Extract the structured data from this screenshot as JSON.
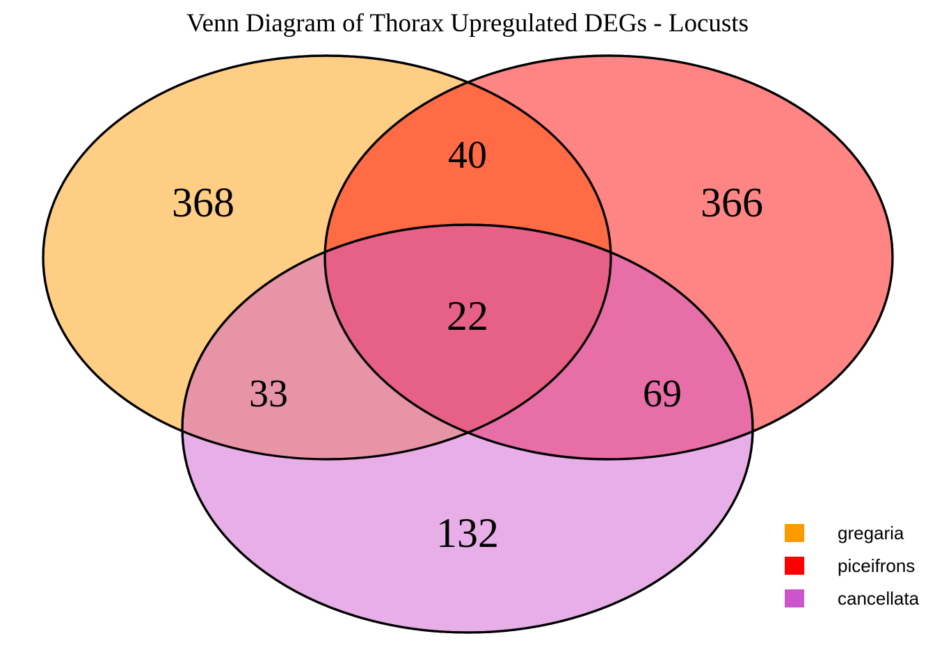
{
  "title": "Venn Diagram of Thorax Upregulated DEGs - Locusts",
  "chart_data": {
    "type": "venn",
    "title": "Venn Diagram of Thorax Upregulated DEGs - Locusts",
    "sets": [
      "gregaria",
      "piceifrons",
      "cancellata"
    ],
    "set_colors": [
      "#FF9900",
      "#FF0000",
      "#CC55CC"
    ],
    "fill_opacity": 0.48,
    "regions": [
      {
        "id": "A",
        "sets": [
          "gregaria"
        ],
        "label": "368",
        "value": 368
      },
      {
        "id": "AB",
        "sets": [
          "gregaria",
          "piceifrons"
        ],
        "label": "40",
        "value": 40
      },
      {
        "id": "B",
        "sets": [
          "piceifrons"
        ],
        "label": "366",
        "value": 366
      },
      {
        "id": "AC",
        "sets": [
          "gregaria",
          "cancellata"
        ],
        "label": "33",
        "value": 33
      },
      {
        "id": "ABC",
        "sets": [
          "gregaria",
          "piceifrons",
          "cancellata"
        ],
        "label": "22",
        "value": 22
      },
      {
        "id": "BC",
        "sets": [
          "piceifrons",
          "cancellata"
        ],
        "label": "69",
        "value": 69
      },
      {
        "id": "C",
        "sets": [
          "cancellata"
        ],
        "label": "132",
        "value": 132
      }
    ],
    "region_fill_colors": {
      "A": "#FACF8D",
      "B": "#FB8181",
      "C": "#E8AAE8",
      "AB": "#F9643F",
      "AC": "#E396AC",
      "BC": "#EC72B4",
      "ABC": "#E25F85"
    },
    "legend_position": "bottom-right"
  },
  "counts": {
    "gregaria_only": "368",
    "gregaria_piceifrons": "40",
    "piceifrons_only": "366",
    "gregaria_cancellata": "33",
    "all_three": "22",
    "piceifrons_cancellata": "69",
    "cancellata_only": "132"
  },
  "legend": {
    "items": [
      {
        "label": "gregaria",
        "color": "#FF9900"
      },
      {
        "label": "piceifrons",
        "color": "#FF0000"
      },
      {
        "label": "cancellata",
        "color": "#CC55CC"
      }
    ]
  }
}
